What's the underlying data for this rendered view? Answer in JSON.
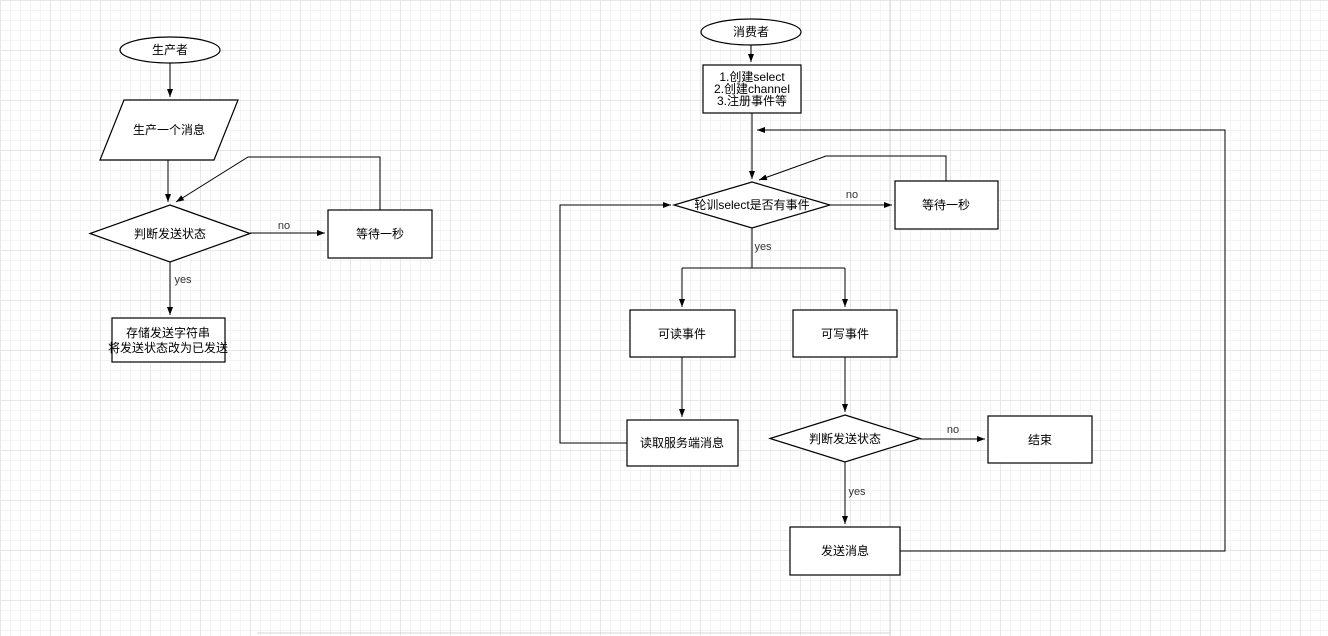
{
  "diagram": {
    "colors": {
      "shape_stroke": "#000000",
      "shape_fill": "#ffffff",
      "grid_minor": "#f4f4f4",
      "grid_major": "#e7e7e7",
      "page_boundary": "#d4d4d4"
    },
    "producer": {
      "start": "生产者",
      "produce": "生产一个消息",
      "check": "判断发送状态",
      "wait": "等待一秒",
      "store_line1": "存储发送字符串",
      "store_line2": "将发送状态改为已发送",
      "label_no": "no",
      "label_yes": "yes"
    },
    "consumer": {
      "start": "消费者",
      "init_line1": "1.创建select",
      "init_line2": "2.创建channel",
      "init_line3": "3.注册事件等",
      "poll": "轮训select是否有事件",
      "wait": "等待一秒",
      "readable": "可读事件",
      "writable": "可写事件",
      "read_msg": "读取服务端消息",
      "check_send": "判断发送状态",
      "end": "结束",
      "send": "发送消息",
      "label_no1": "no",
      "label_yes1": "yes",
      "label_no2": "no",
      "label_yes2": "yes"
    }
  }
}
